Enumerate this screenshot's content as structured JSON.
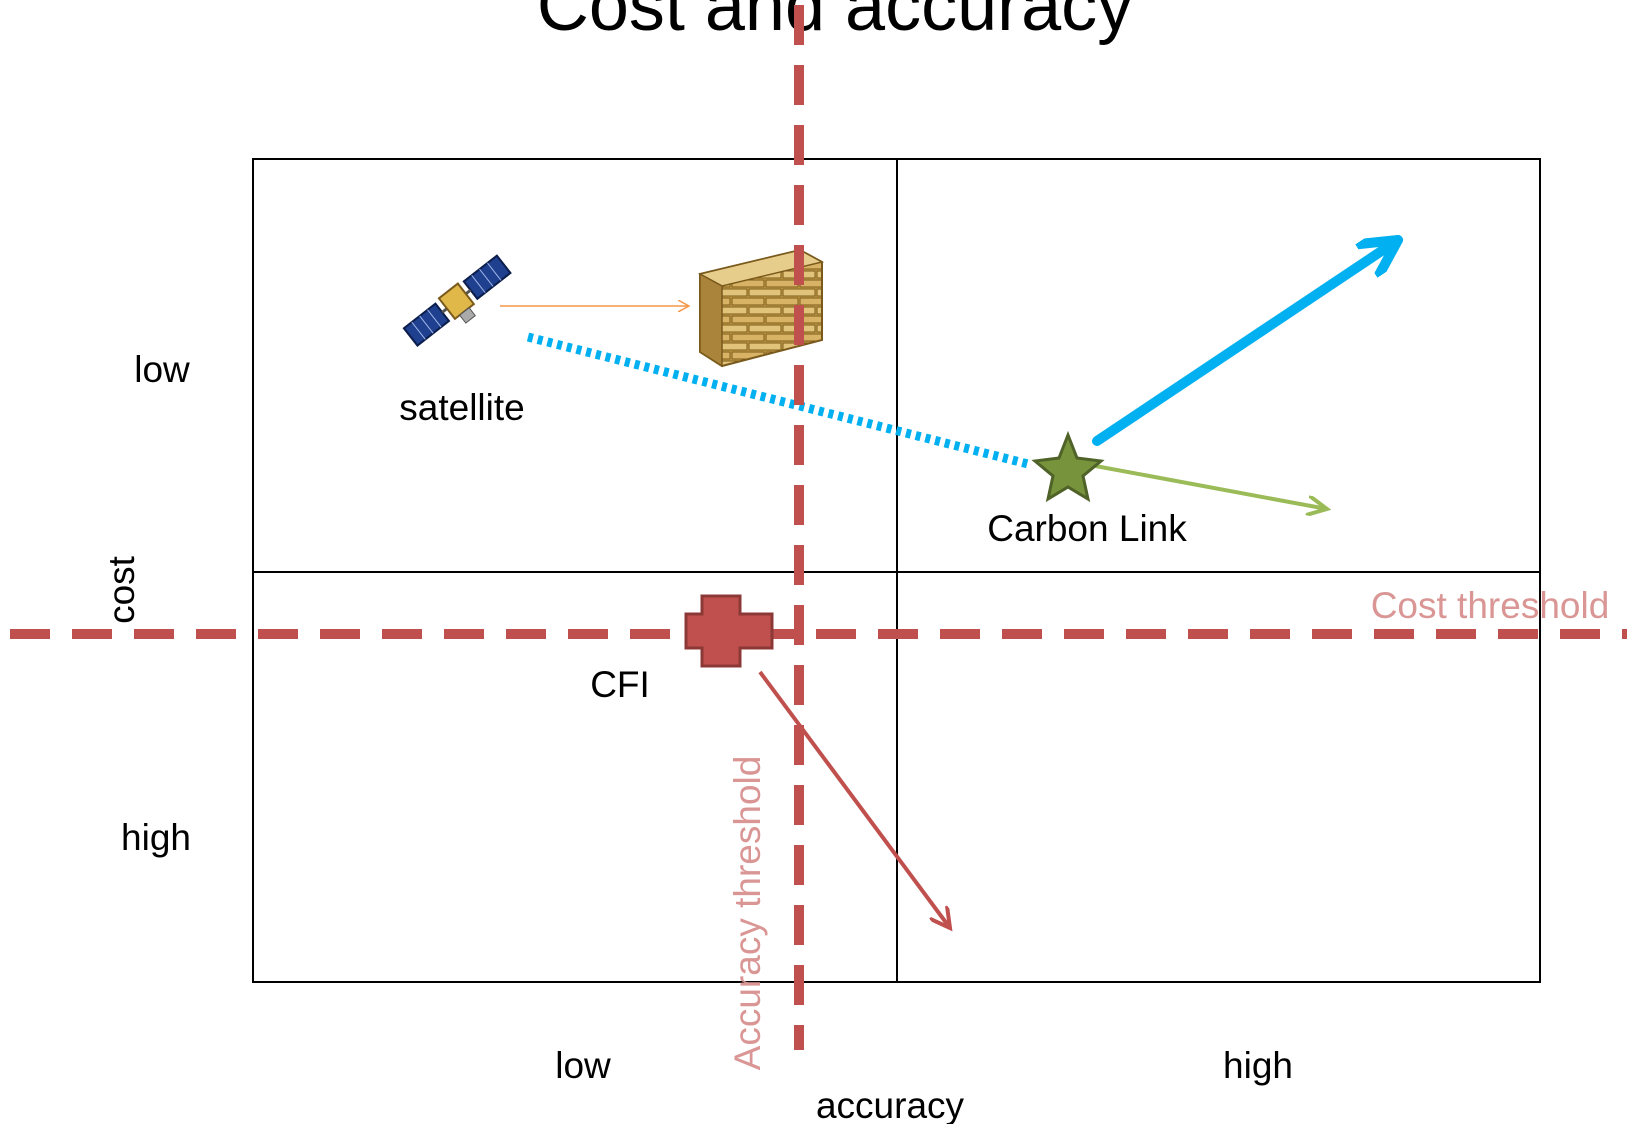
{
  "title": "Cost and accuracy",
  "axes": {
    "y_label": "cost",
    "x_label": "accuracy",
    "y_ticks": [
      "low",
      "high"
    ],
    "x_ticks": [
      "low",
      "high"
    ]
  },
  "thresholds": {
    "cost": "Cost threshold",
    "accuracy": "Accuracy threshold",
    "color": "#c0504d"
  },
  "items": {
    "satellite": "satellite",
    "carbon_link": "Carbon Link",
    "cfi": "CFI"
  },
  "icons": [
    "satellite-icon",
    "brick-wall-icon",
    "star-icon",
    "cross-icon"
  ],
  "colors": {
    "orange_arrow": "#f79646",
    "blue": "#00b0f0",
    "green": "#9bbb59",
    "red_arrow": "#c0504d"
  }
}
